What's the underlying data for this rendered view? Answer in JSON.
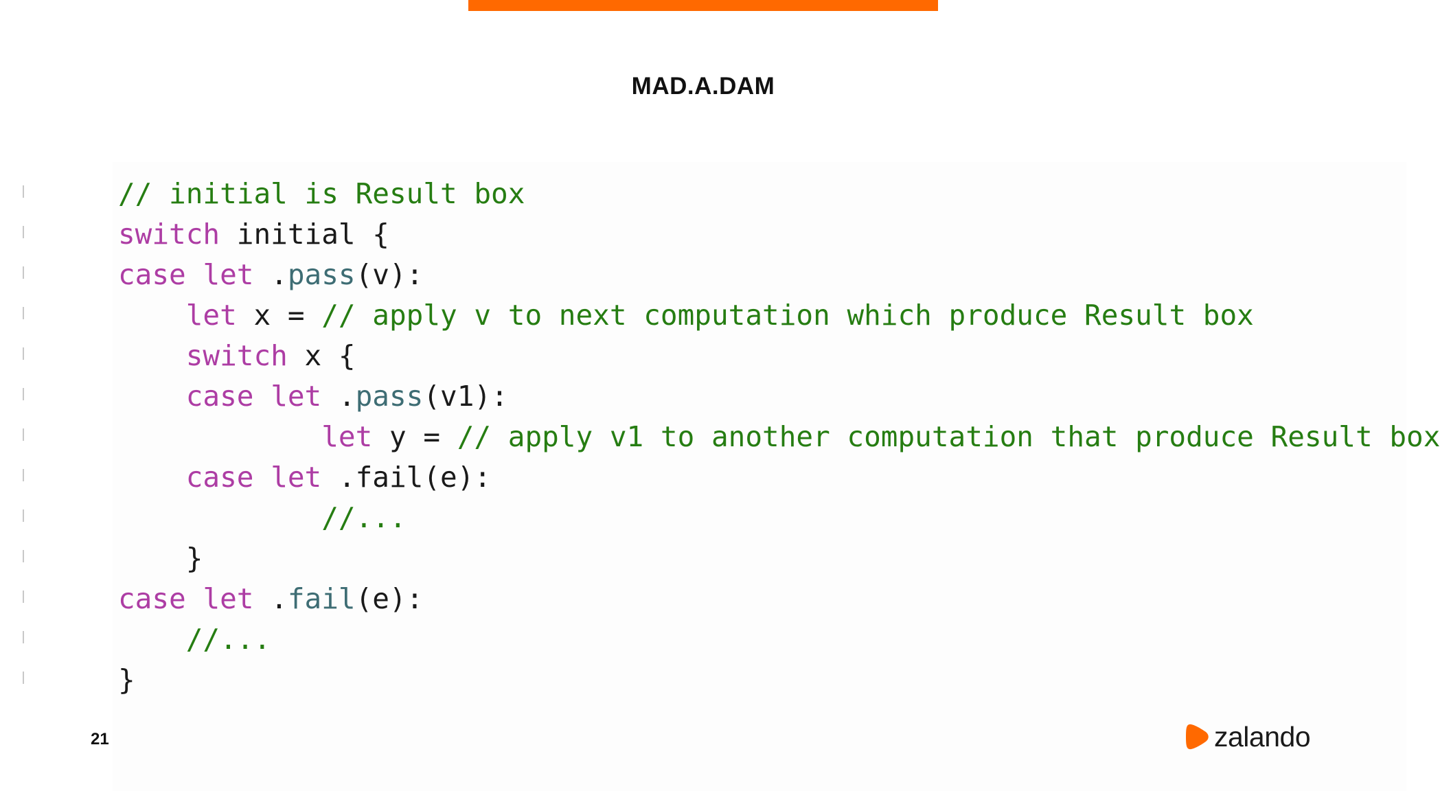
{
  "colors": {
    "accent_bar": "#ff6900",
    "keyword": "#ad3da4",
    "comment": "#267d12",
    "text": "#1a1a1a",
    "logo_orange": "#ff6900"
  },
  "slide": {
    "title": "MAD.A.DAM",
    "page_number": "21"
  },
  "logo": {
    "icon": "zalando-flag-icon",
    "word": "zalando"
  },
  "code": {
    "language": "swift",
    "lines": [
      [
        {
          "t": "cm",
          "s": "// initial is Result box"
        }
      ],
      [
        {
          "t": "kw",
          "s": "switch"
        },
        {
          "t": "plain",
          "s": " initial {"
        }
      ],
      [
        {
          "t": "kw",
          "s": "case"
        },
        {
          "t": "plain",
          "s": " "
        },
        {
          "t": "kw",
          "s": "let"
        },
        {
          "t": "plain",
          "s": " ."
        },
        {
          "t": "member",
          "s": "pass"
        },
        {
          "t": "plain",
          "s": "(v):"
        }
      ],
      [
        {
          "t": "plain",
          "s": "    "
        },
        {
          "t": "kw",
          "s": "let"
        },
        {
          "t": "plain",
          "s": " x = "
        },
        {
          "t": "cm",
          "s": "// apply v to next computation which produce Result box"
        }
      ],
      [
        {
          "t": "plain",
          "s": "    "
        },
        {
          "t": "kw",
          "s": "switch"
        },
        {
          "t": "plain",
          "s": " x {"
        }
      ],
      [
        {
          "t": "plain",
          "s": "    "
        },
        {
          "t": "kw",
          "s": "case"
        },
        {
          "t": "plain",
          "s": " "
        },
        {
          "t": "kw",
          "s": "let"
        },
        {
          "t": "plain",
          "s": " ."
        },
        {
          "t": "member",
          "s": "pass"
        },
        {
          "t": "plain",
          "s": "(v1):"
        }
      ],
      [
        {
          "t": "plain",
          "s": "            "
        },
        {
          "t": "kw",
          "s": "let"
        },
        {
          "t": "plain",
          "s": " y = "
        },
        {
          "t": "cm",
          "s": "// apply v1 to another computation that produce Result box"
        }
      ],
      [
        {
          "t": "plain",
          "s": "    "
        },
        {
          "t": "kw",
          "s": "case"
        },
        {
          "t": "plain",
          "s": " "
        },
        {
          "t": "kw",
          "s": "let"
        },
        {
          "t": "plain",
          "s": " .fail(e):"
        }
      ],
      [
        {
          "t": "plain",
          "s": "            "
        },
        {
          "t": "cm",
          "s": "//..."
        }
      ],
      [
        {
          "t": "plain",
          "s": "    }"
        }
      ],
      [
        {
          "t": "kw",
          "s": "case"
        },
        {
          "t": "plain",
          "s": " "
        },
        {
          "t": "kw",
          "s": "let"
        },
        {
          "t": "plain",
          "s": " ."
        },
        {
          "t": "member",
          "s": "fail"
        },
        {
          "t": "plain",
          "s": "(e):"
        }
      ],
      [
        {
          "t": "plain",
          "s": "    "
        },
        {
          "t": "cm",
          "s": "//..."
        }
      ],
      [
        {
          "t": "plain",
          "s": "}"
        }
      ]
    ]
  }
}
